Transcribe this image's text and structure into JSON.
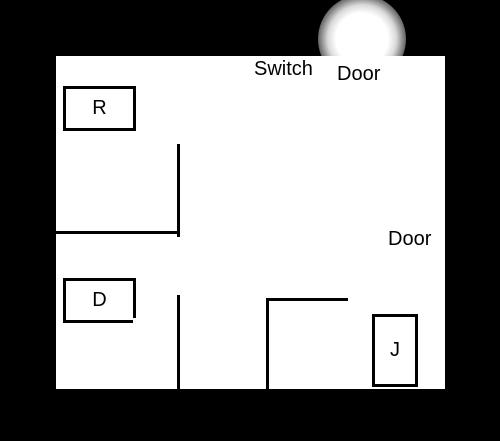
{
  "labels": {
    "switch": "Switch",
    "door_top": "Door",
    "door_right": "Door"
  },
  "furniture": {
    "r": "R",
    "d": "D",
    "j": "J"
  },
  "colors": {
    "background": "#000000",
    "floor": "#ffffff",
    "lines": "#000000"
  }
}
